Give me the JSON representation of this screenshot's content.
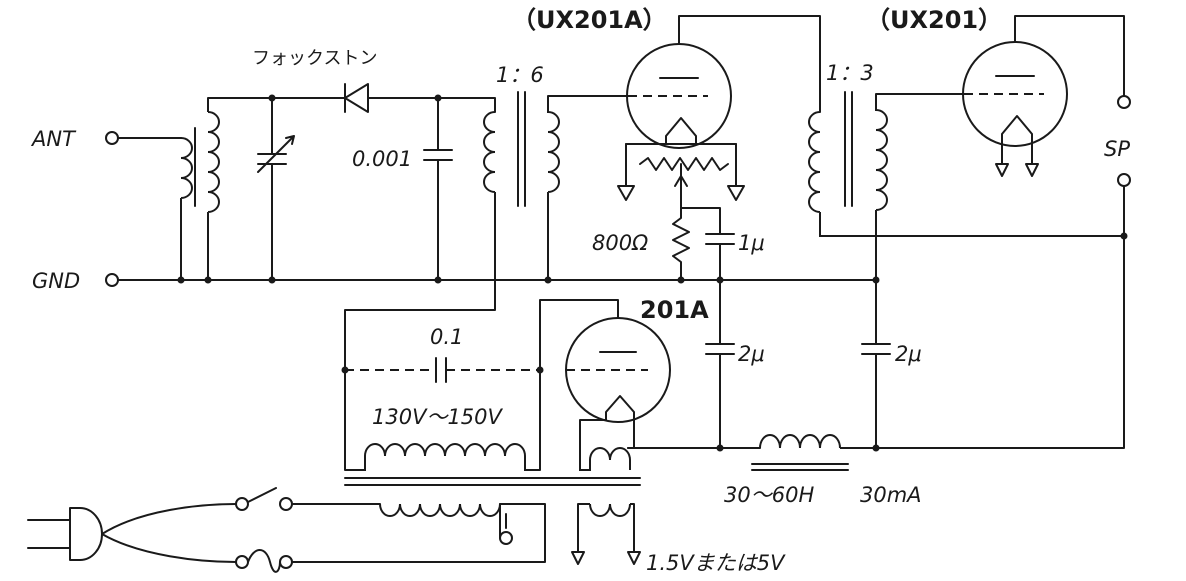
{
  "labels": {
    "detector": "フォックストン",
    "tube1_type": "（UX201A）",
    "tube2_type": "（UX201）",
    "tube3_type": "201A",
    "t1_ratio": "1：6",
    "t2_ratio": "1：3",
    "ant": "ANT",
    "gnd": "GND",
    "sp": "SP",
    "cap_det": "0.001",
    "resistor": "800Ω",
    "cap_1u": "1μ",
    "cap_2u_a": "2μ",
    "cap_2u_b": "2μ",
    "cap_01": "0.1",
    "hv": "130V〜150V",
    "choke": "30〜60H",
    "current": "30mA",
    "filament": "1.5Vまたは5V"
  },
  "colors": {
    "ink": "#1a1a1a",
    "paper": "#ffffff"
  }
}
